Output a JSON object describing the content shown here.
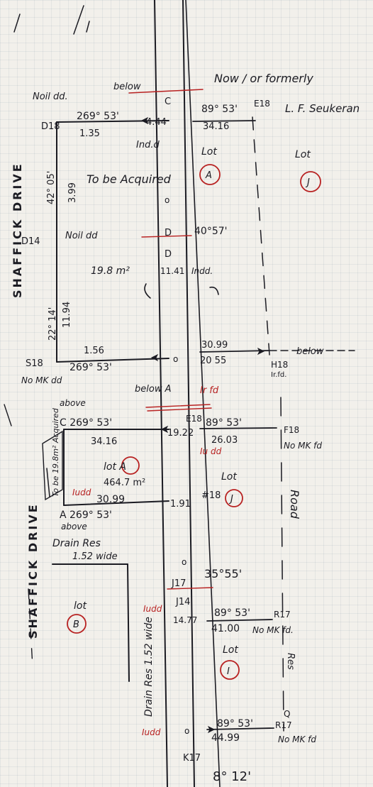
{
  "colors": {
    "ink": "#1b1b22",
    "red_ink": "#b82222",
    "paper": "#f2f0eb"
  },
  "header": {
    "owner_note": "Now / or formerly",
    "owner_name": "L. F. Seukeran"
  },
  "road_names": {
    "left_top": "SHAFFICK DRIVE",
    "left_bottom": "SHAFFICK DRIVE",
    "right": "Road"
  },
  "markers": {
    "top": {
      "D18": "D18",
      "D14": "D14",
      "S18": "S18",
      "E18": "E18",
      "H18": "H18",
      "C": "C",
      "D": "D",
      "D_lower": "D",
      "noil_d18": "Noil dd.",
      "noil_d14": "Noil dd",
      "no_mk_dd": "No MK dd",
      "irfd": "Ir.fd."
    },
    "middle": {
      "C": "C",
      "A": "A",
      "E18": "E18",
      "F18": "F18",
      "H18": "#18",
      "J17": "J17",
      "J14": "J14",
      "no_mk_fd": "No MK fd",
      "above_1": "above",
      "above_2": "above"
    },
    "bottom": {
      "R17": "R17",
      "Q": "Q",
      "R17b": "R17",
      "K17": "K17",
      "no_mk_fd": "No MK fd"
    }
  },
  "bearings": {
    "top_left": "269° 53'",
    "top_right": "89° 53'",
    "diag_top": "42° 05'",
    "diag_bottom": "22° 14'",
    "mid_centre": "40°57'",
    "bottom_left": "269° 53'",
    "bottom_right": "30.99",
    "bottom_right_b": "20 55",
    "lotA_top": "C 269° 53'",
    "lotA_right": "89° 53'",
    "lotA_bottom": "A 269° 53'",
    "j17": "35°55'",
    "r17": "89° 53'",
    "k17": "89° 53'",
    "end": "8° 12'"
  },
  "distances": {
    "d18_c": "1.35",
    "c_dist": "4.44",
    "e18_dist": "34.16",
    "d18_d14": "3.99",
    "d14_s18": "11.94",
    "d_dist": "11.41",
    "s18_dist": "1.56",
    "lotA_top": "34.16",
    "lotA_mid": "19.22",
    "lotA_right": "26.03",
    "lotA_bottom": "30.99",
    "lotA_side": "1.91",
    "j14": "14.77",
    "r17": "41.00",
    "k17": "44.99"
  },
  "labels": {
    "top_lot": "Lot",
    "top_lot_letter": "A",
    "right_lot": "Lot",
    "right_lot_letter": "J",
    "to_be_acquired": "To be Acquired",
    "area_top": "19.8 m²",
    "indd_top": "Ind.d",
    "indd_d": "Indd.",
    "below_top": "below",
    "below_mid": "below",
    "below_a": "below A",
    "irfd_a": "Ir fd",
    "lotA": "lot A",
    "lotA_area": "464.7 m²",
    "lotA_acq": "To be 19.8m² Acquired",
    "indd_a": "Iudd",
    "ivdd_c": "Iu dd",
    "lotJ": "Lot",
    "lotJ_letter": "J",
    "drain": "Drain Res",
    "drain_width": "1.52 wide",
    "lotB": "lot",
    "lotB_letter": "B",
    "lotI": "Lot",
    "lotI_letter": "I",
    "drain_v": "Drain Res 1.52 wide",
    "indd_j": "Iudd",
    "indd_k": "Iudd",
    "res_right": "Res",
    "no_mk_fd_r": "No MK fd."
  }
}
